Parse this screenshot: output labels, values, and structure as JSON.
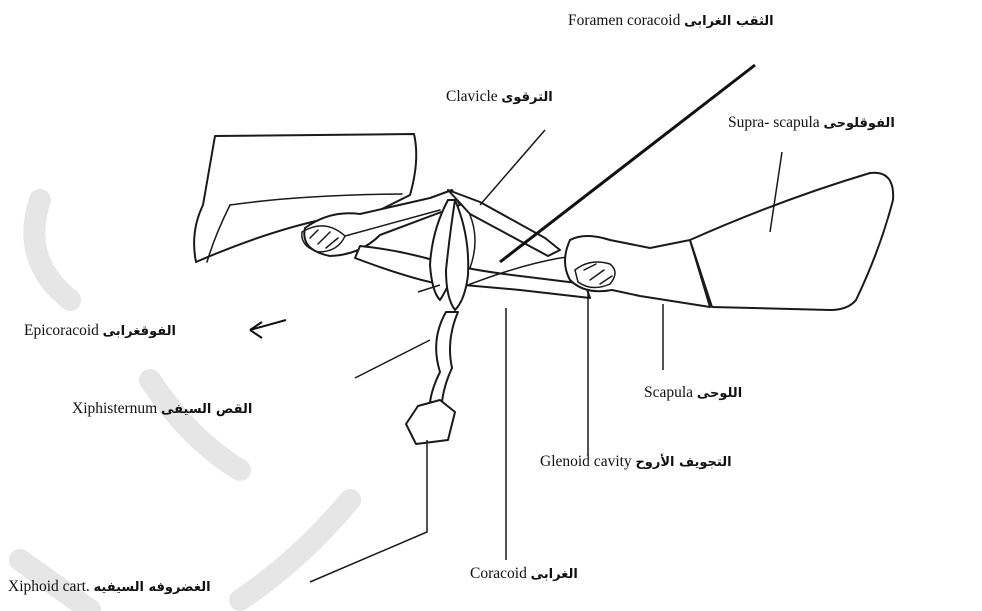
{
  "labels": {
    "foramen_en": "Foramen coracoid",
    "foramen_ar": "الثقب الغرابى",
    "clavicle_en": "Clavicle",
    "clavicle_ar": "الترقوى",
    "suprascapula_en": "Supra- scapula",
    "suprascapula_ar": "الفوقلوحى",
    "epicoracoid_en": "Epicoracoid",
    "epicoracoid_ar": "الفوقغرابى",
    "xiphisternum_en": "Xiphisternum",
    "xiphisternum_ar": "القص السيفى",
    "scapula_en": "Scapula",
    "scapula_ar": "اللوحى",
    "glenoid_en": "Glenoid cavity",
    "glenoid_ar": "التجويف الأروح",
    "coracoid_en": "Coracoid",
    "coracoid_ar": "الغرابى",
    "xiphoid_en": "Xiphoid cart.",
    "xiphoid_ar": "الغضروفه السيفيه"
  },
  "colors": {
    "line": "#1a1a1a",
    "watermark": "#e6e6e6",
    "background": "#ffffff"
  }
}
